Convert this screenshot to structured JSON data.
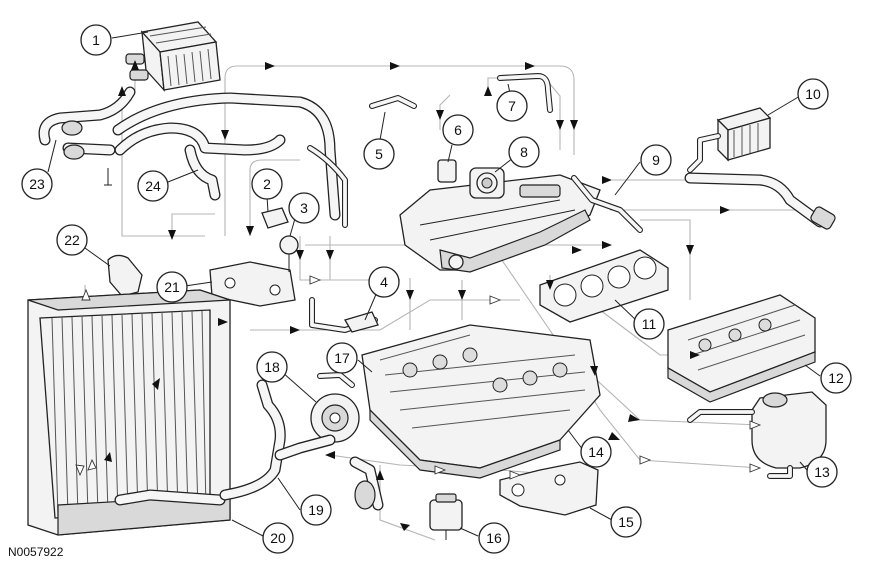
{
  "diagram": {
    "reference_code": "N0057922",
    "callouts": [
      {
        "id": "callout-1",
        "label": "1"
      },
      {
        "id": "callout-2",
        "label": "2"
      },
      {
        "id": "callout-3",
        "label": "3"
      },
      {
        "id": "callout-4",
        "label": "4"
      },
      {
        "id": "callout-5",
        "label": "5"
      },
      {
        "id": "callout-6",
        "label": "6"
      },
      {
        "id": "callout-7",
        "label": "7"
      },
      {
        "id": "callout-8",
        "label": "8"
      },
      {
        "id": "callout-9",
        "label": "9"
      },
      {
        "id": "callout-10",
        "label": "10"
      },
      {
        "id": "callout-11",
        "label": "11"
      },
      {
        "id": "callout-12",
        "label": "12"
      },
      {
        "id": "callout-13",
        "label": "13"
      },
      {
        "id": "callout-14",
        "label": "14"
      },
      {
        "id": "callout-15",
        "label": "15"
      },
      {
        "id": "callout-16",
        "label": "16"
      },
      {
        "id": "callout-17",
        "label": "17"
      },
      {
        "id": "callout-18",
        "label": "18"
      },
      {
        "id": "callout-19",
        "label": "19"
      },
      {
        "id": "callout-20",
        "label": "20"
      },
      {
        "id": "callout-21",
        "label": "21"
      },
      {
        "id": "callout-22",
        "label": "22"
      },
      {
        "id": "callout-23",
        "label": "23"
      },
      {
        "id": "callout-24",
        "label": "24"
      }
    ],
    "colors": {
      "line": "#222222",
      "flow_path": "#b5b5b5",
      "background": "#ffffff",
      "part_fill": "#f3f3f3"
    }
  }
}
